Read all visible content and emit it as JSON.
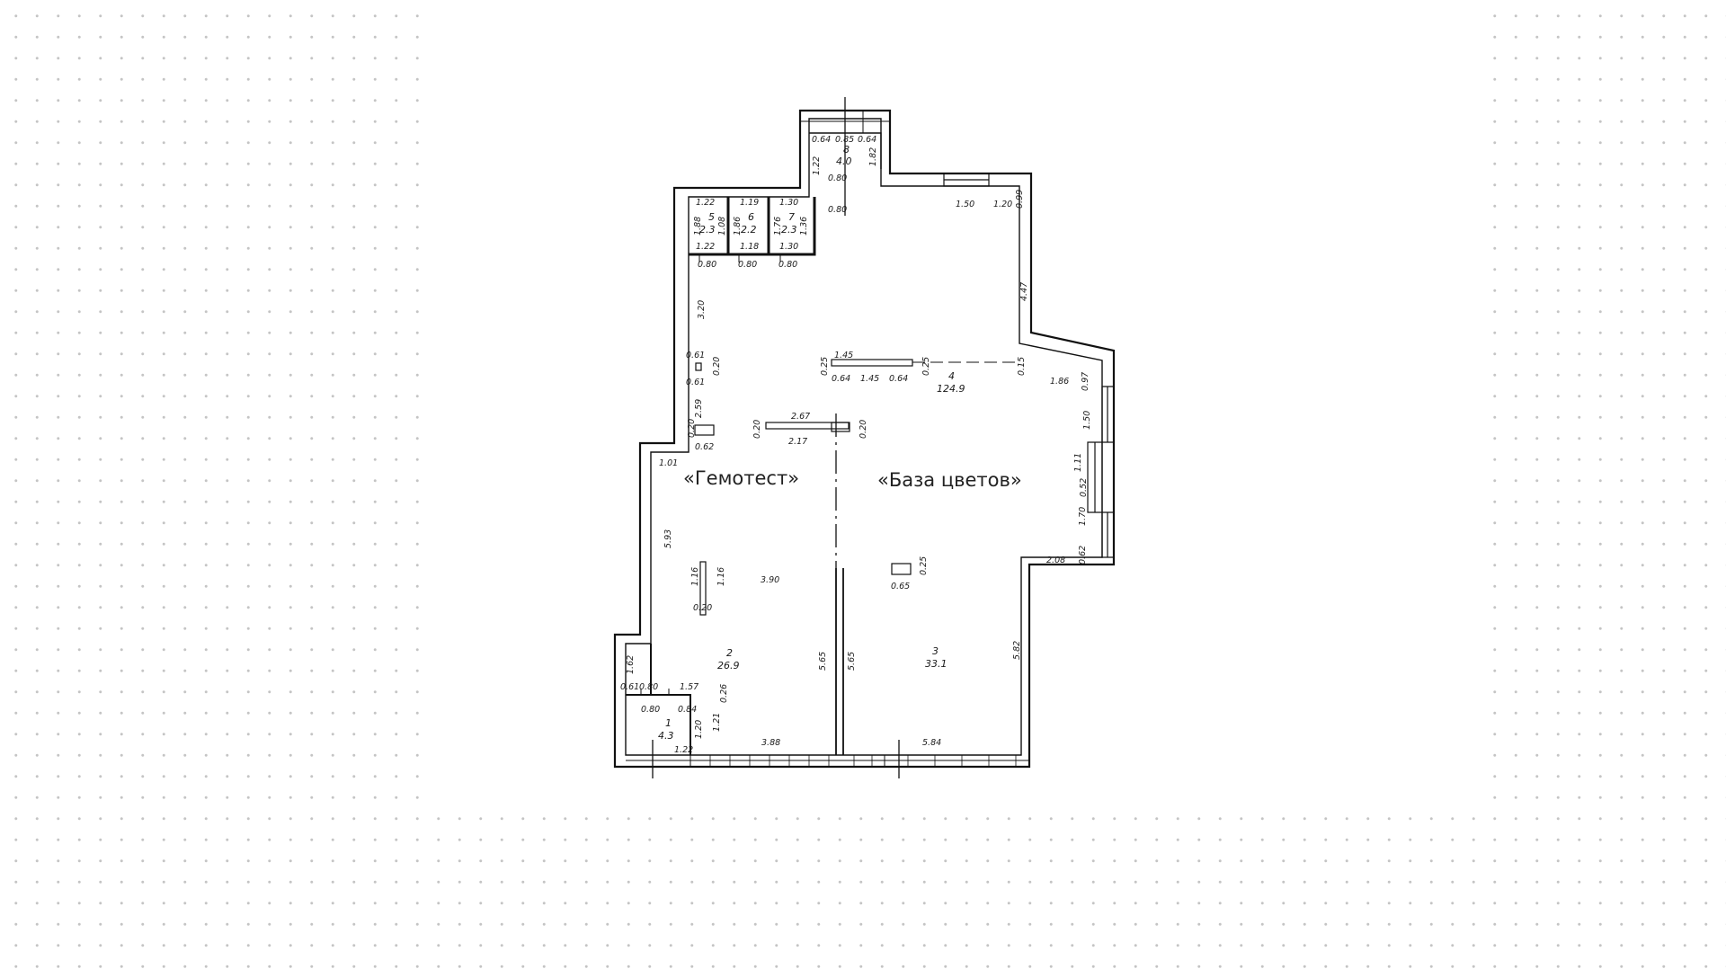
{
  "colors": {
    "line": "#111111",
    "label": "#222222",
    "grid_dot": "#c4c4c4"
  },
  "tenants": {
    "left": "«Гемотест»",
    "right": "«База цветов»"
  },
  "rooms": [
    {
      "number": "1",
      "area": "4.3"
    },
    {
      "number": "2",
      "area": "26.9"
    },
    {
      "number": "3",
      "area": "33.1"
    },
    {
      "number": "4",
      "area": "124.9"
    },
    {
      "number": "5",
      "area": "2.3"
    },
    {
      "number": "6",
      "area": "2.2"
    },
    {
      "number": "7",
      "area": "2.3"
    },
    {
      "number": "8",
      "area": "4.0"
    }
  ],
  "dimensions": {
    "d1": "0.64",
    "d2": "0.85",
    "d3": "0.64",
    "d4": "1.22",
    "d5": "1.82",
    "d6": "0.80",
    "d7": "0.80",
    "d8": "1.50",
    "d9": "1.20",
    "d10": "0.99",
    "d11": "1.22",
    "d12": "1.19",
    "d13": "1.30",
    "d14": "1.88",
    "d15": "1.86",
    "d16": "1.76",
    "d17": "1.36",
    "d18": "1.08",
    "d19": "1.22",
    "d20": "1.18",
    "d21": "1.30",
    "d22": "0.80",
    "d23": "0.80",
    "d24": "0.80",
    "d25": "3.20",
    "d26": "4.47",
    "d27": "0.61",
    "d28": "0.20",
    "d29": "0.61",
    "d30": "0.25",
    "d31": "1.45",
    "d32": "0.25",
    "d33": "0.64",
    "d34": "1.45",
    "d35": "0.64",
    "d36": "0.15",
    "d37": "1.86",
    "d38": "0.97",
    "d39": "2.59",
    "d40": "0.20",
    "d41": "0.62",
    "d42": "0.20",
    "d43": "2.67",
    "d44": "0.20",
    "d45": "2.17",
    "d46": "1.50",
    "d47": "1.01",
    "d48": "1.11",
    "d49": "0.52",
    "d50": "1.70",
    "d51": "5.93",
    "d52": "2.08",
    "d53": "0.62",
    "d54": "1.16",
    "d55": "1.16",
    "d56": "0.20",
    "d57": "3.90",
    "d58": "0.25",
    "d59": "0.65",
    "d60": "5.65",
    "d61": "5.65",
    "d62": "5.82",
    "d63": "1.62",
    "d64": "0.61",
    "d65": "0.80",
    "d66": "1.57",
    "d67": "0.26",
    "d68": "0.80",
    "d69": "0.84",
    "d70": "1.20",
    "d71": "1.21",
    "d72": "1.22",
    "d73": "3.88",
    "d74": "5.84"
  }
}
